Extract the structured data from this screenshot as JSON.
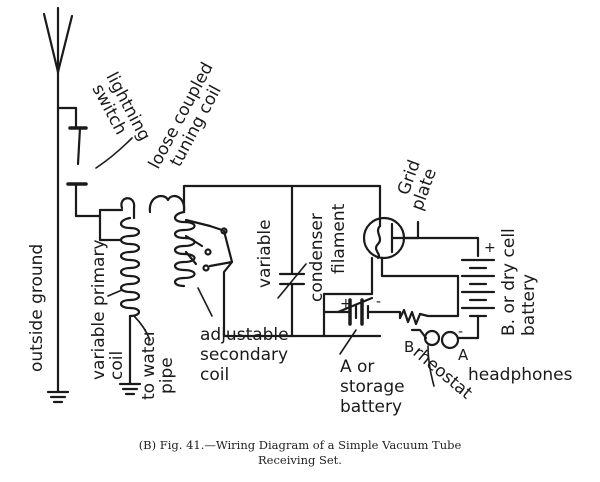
{
  "labels": {
    "lightning_switch": [
      "lightning",
      "switch"
    ],
    "tuning_coil": [
      "loose coupled",
      "tuning coil"
    ],
    "outside_ground": "outside ground",
    "primary_coil": [
      "variable primary",
      "coil"
    ],
    "water_pipe": [
      "to water",
      "pipe"
    ],
    "secondary_coil": [
      "adjustable",
      "secondary",
      "coil"
    ],
    "variable": "variable",
    "condenser": "condenser",
    "filament": "filament",
    "grid_plate": [
      "Grid",
      "plate"
    ],
    "b_battery": [
      "B. or dry cell",
      "battery"
    ],
    "a_battery": [
      "A or",
      "storage",
      "battery"
    ],
    "rheostat": "rheostat",
    "headphones": "headphones",
    "terminal_b": "B",
    "terminal_a": "A",
    "plus": "+",
    "minus": "-"
  },
  "caption": {
    "line1": "(B) Fig. 41.—Wiring Diagram of a Simple Vacuum Tube",
    "line2": "Receiving Set."
  }
}
